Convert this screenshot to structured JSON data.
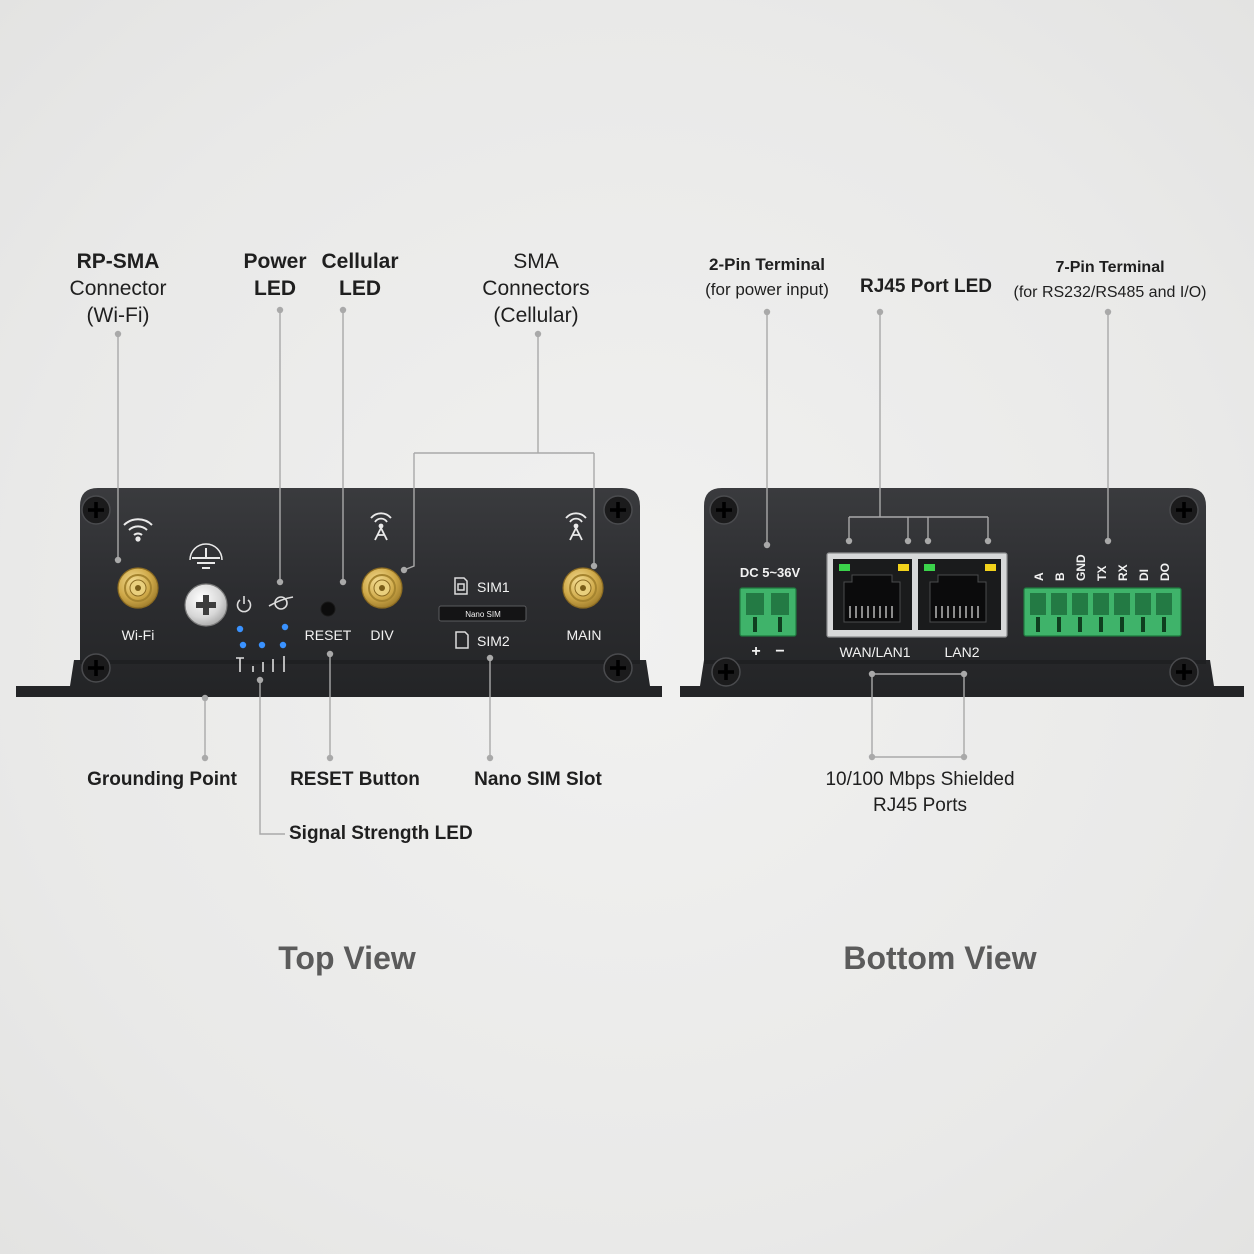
{
  "top_view": {
    "title": "Top View",
    "callouts": {
      "rp_sma": {
        "line1": "RP-SMA",
        "line2": "Connector",
        "line3": "(Wi-Fi)"
      },
      "power_led": {
        "line1": "Power",
        "line2": "LED"
      },
      "cellular_led": {
        "line1": "Cellular",
        "line2": "LED"
      },
      "sma_connectors": {
        "line1": "SMA",
        "line2": "Connectors",
        "line3": "(Cellular)"
      },
      "grounding_point": "Grounding Point",
      "reset_button": "RESET Button",
      "nano_sim_slot": "Nano SIM Slot",
      "signal_strength_led": "Signal Strength LED"
    },
    "panel_labels": {
      "wifi": "Wi-Fi",
      "reset": "RESET",
      "div": "DIV",
      "main": "MAIN",
      "sim1": "SIM1",
      "sim2": "SIM2",
      "nano_sim": "Nano SIM"
    }
  },
  "bottom_view": {
    "title": "Bottom View",
    "callouts": {
      "two_pin": {
        "line1": "2-Pin Terminal",
        "line2": "(for power input)"
      },
      "rj45_led": "RJ45 Port LED",
      "seven_pin": {
        "line1": "7-Pin Terminal",
        "line2": "(for RS232/RS485 and I/O)"
      },
      "rj45_ports": {
        "line1": "10/100 Mbps Shielded",
        "line2": "RJ45 Ports"
      }
    },
    "panel_labels": {
      "dc": "DC 5~36V",
      "plus": "+",
      "minus": "−",
      "wan": "WAN/LAN1",
      "lan2": "LAN2",
      "pins": [
        "A",
        "B",
        "GND",
        "TX",
        "RX",
        "DI",
        "DO"
      ]
    }
  },
  "colors": {
    "background": "#ececeb",
    "device_body": "#2b2c2e",
    "led_blue": "#2f8dff",
    "terminal_green": "#3fb36a",
    "port_led_green": "#3bd34b",
    "port_led_yellow": "#f2d21b",
    "sma_gold": "#d6b45a"
  }
}
